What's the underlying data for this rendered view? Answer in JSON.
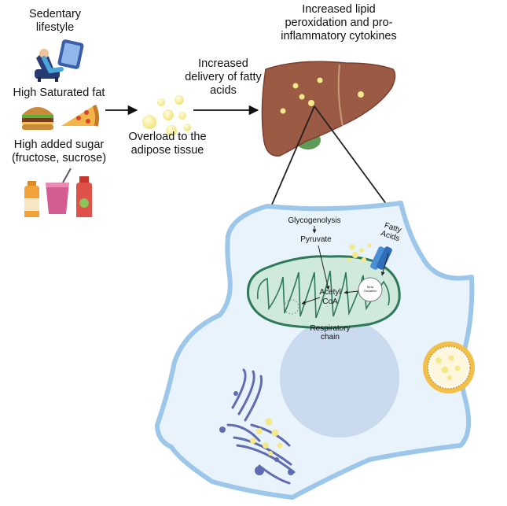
{
  "left_panel": {
    "sedentary": "Sedentary lifestyle",
    "fat": "High Saturated fat",
    "sugar": "High added sugar (fructose, sucrose)"
  },
  "middle": {
    "overload": "Overload to the adipose tissue",
    "delivery": "Increased delivery of fatty acids"
  },
  "top": {
    "peroxidation": "Increased lipid peroxidation and pro-inflammatory cytokines"
  },
  "cell": {
    "glycogenolysis": "Glycogenolysis",
    "pyruvate": "Pyruvate",
    "fatty_acids": "Fatty Acids",
    "acetyl": "Acetyl",
    "coa": "CoA",
    "beta": "Beta",
    "oxidation": "Oxidation",
    "respiratory": "Respiratory chain"
  },
  "colors": {
    "liver": "#9a5a44",
    "cell_fill": "#e9f3fc",
    "cell_border": "#9cc6ea",
    "mito_fill": "#cfe9dc",
    "mito_border": "#2e7a58",
    "lipid": "#f4e98a",
    "er": "#5f6bb3"
  }
}
